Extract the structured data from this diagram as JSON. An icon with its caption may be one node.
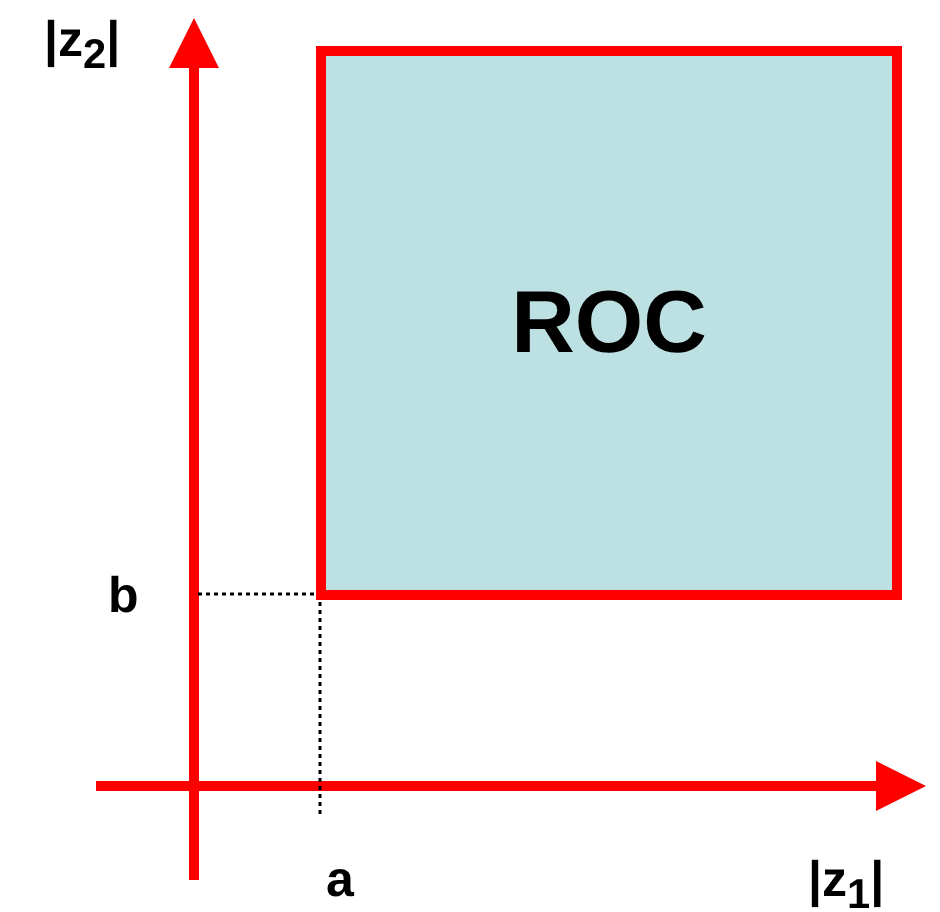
{
  "diagram": {
    "nodes": [
      {
        "text": [
          "ROC"
        ]
      }
    ],
    "labels": [
      "|z$_{2}$|",
      "b",
      "a",
      "|z$_{1}$|"
    ]
  }
}
